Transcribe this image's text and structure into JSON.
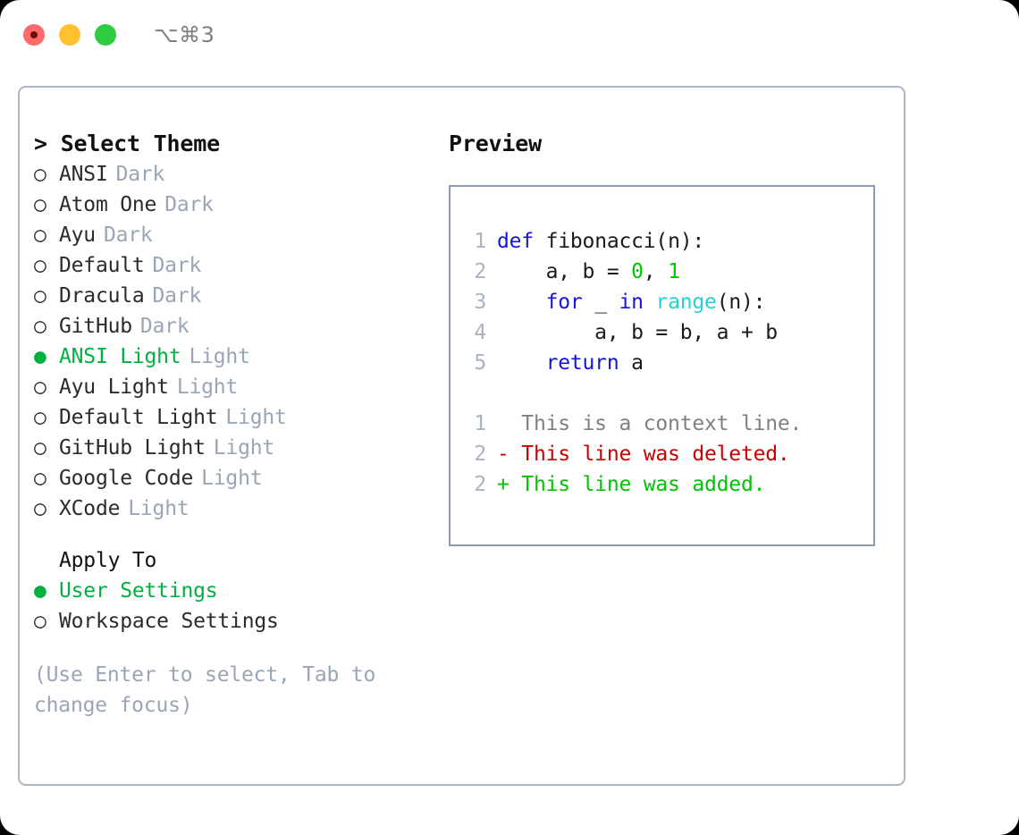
{
  "titlebar": {
    "shortcut": "⌥⌘3",
    "lights": [
      {
        "name": "close",
        "color": "#ff6b6b"
      },
      {
        "name": "minimize",
        "color": "#ffc130"
      },
      {
        "name": "maximize",
        "color": "#2ecc40"
      }
    ]
  },
  "left": {
    "prompt": "> Select Theme",
    "themes": [
      {
        "bullet": "○",
        "label": "ANSI",
        "variant": "Dark",
        "selected": false
      },
      {
        "bullet": "○",
        "label": "Atom One",
        "variant": "Dark",
        "selected": false
      },
      {
        "bullet": "○",
        "label": "Ayu",
        "variant": "Dark",
        "selected": false
      },
      {
        "bullet": "○",
        "label": "Default",
        "variant": "Dark",
        "selected": false
      },
      {
        "bullet": "○",
        "label": "Dracula",
        "variant": "Dark",
        "selected": false
      },
      {
        "bullet": "○",
        "label": "GitHub",
        "variant": "Dark",
        "selected": false
      },
      {
        "bullet": "●",
        "label": "ANSI Light",
        "variant": "Light",
        "selected": true
      },
      {
        "bullet": "○",
        "label": "Ayu Light",
        "variant": "Light",
        "selected": false
      },
      {
        "bullet": "○",
        "label": "Default Light",
        "variant": "Light",
        "selected": false
      },
      {
        "bullet": "○",
        "label": "GitHub Light",
        "variant": "Light",
        "selected": false
      },
      {
        "bullet": "○",
        "label": "Google Code",
        "variant": "Light",
        "selected": false
      },
      {
        "bullet": "○",
        "label": "XCode",
        "variant": "Light",
        "selected": false
      }
    ],
    "apply_to_heading": "Apply To",
    "apply_to_options": [
      {
        "bullet": "●",
        "label": "User Settings",
        "selected": true
      },
      {
        "bullet": "○",
        "label": "Workspace Settings",
        "selected": false
      }
    ],
    "hint": "(Use Enter to select, Tab to change focus)"
  },
  "right": {
    "preview_title": "Preview",
    "code_lines": [
      {
        "no": "1",
        "tokens": [
          {
            "t": "def",
            "c": "kw"
          },
          {
            "t": " fibonacci(n):",
            "c": ""
          }
        ]
      },
      {
        "no": "2",
        "tokens": [
          {
            "t": "    a, b = ",
            "c": ""
          },
          {
            "t": "0",
            "c": "num"
          },
          {
            "t": ", ",
            "c": ""
          },
          {
            "t": "1",
            "c": "num"
          }
        ]
      },
      {
        "no": "3",
        "tokens": [
          {
            "t": "    ",
            "c": ""
          },
          {
            "t": "for",
            "c": "kw"
          },
          {
            "t": " _ ",
            "c": ""
          },
          {
            "t": "in",
            "c": "kw"
          },
          {
            "t": " ",
            "c": ""
          },
          {
            "t": "range",
            "c": "fn"
          },
          {
            "t": "(n):",
            "c": ""
          }
        ]
      },
      {
        "no": "4",
        "tokens": [
          {
            "t": "        a, b = b, a + b",
            "c": ""
          }
        ]
      },
      {
        "no": "5",
        "tokens": [
          {
            "t": "    ",
            "c": ""
          },
          {
            "t": "return",
            "c": "kw"
          },
          {
            "t": " a",
            "c": ""
          }
        ]
      }
    ],
    "diff_lines": [
      {
        "no": "1",
        "marker": "  ",
        "text": "This is a context line.",
        "kind": "ctx"
      },
      {
        "no": "2",
        "marker": "- ",
        "text": "This line was deleted.",
        "kind": "del"
      },
      {
        "no": "2",
        "marker": "+ ",
        "text": "This line was added.",
        "kind": "add"
      }
    ]
  },
  "colors": {
    "accent_green": "#00b140",
    "muted": "#9aa5b5",
    "keyword_blue": "#1414e0",
    "number_green": "#00c400",
    "function_cyan": "#22d3d3",
    "diff_delete_red": "#cc0000",
    "diff_add_green": "#00c400",
    "border": "#aeb6c4",
    "preview_border": "#8e9bae"
  }
}
